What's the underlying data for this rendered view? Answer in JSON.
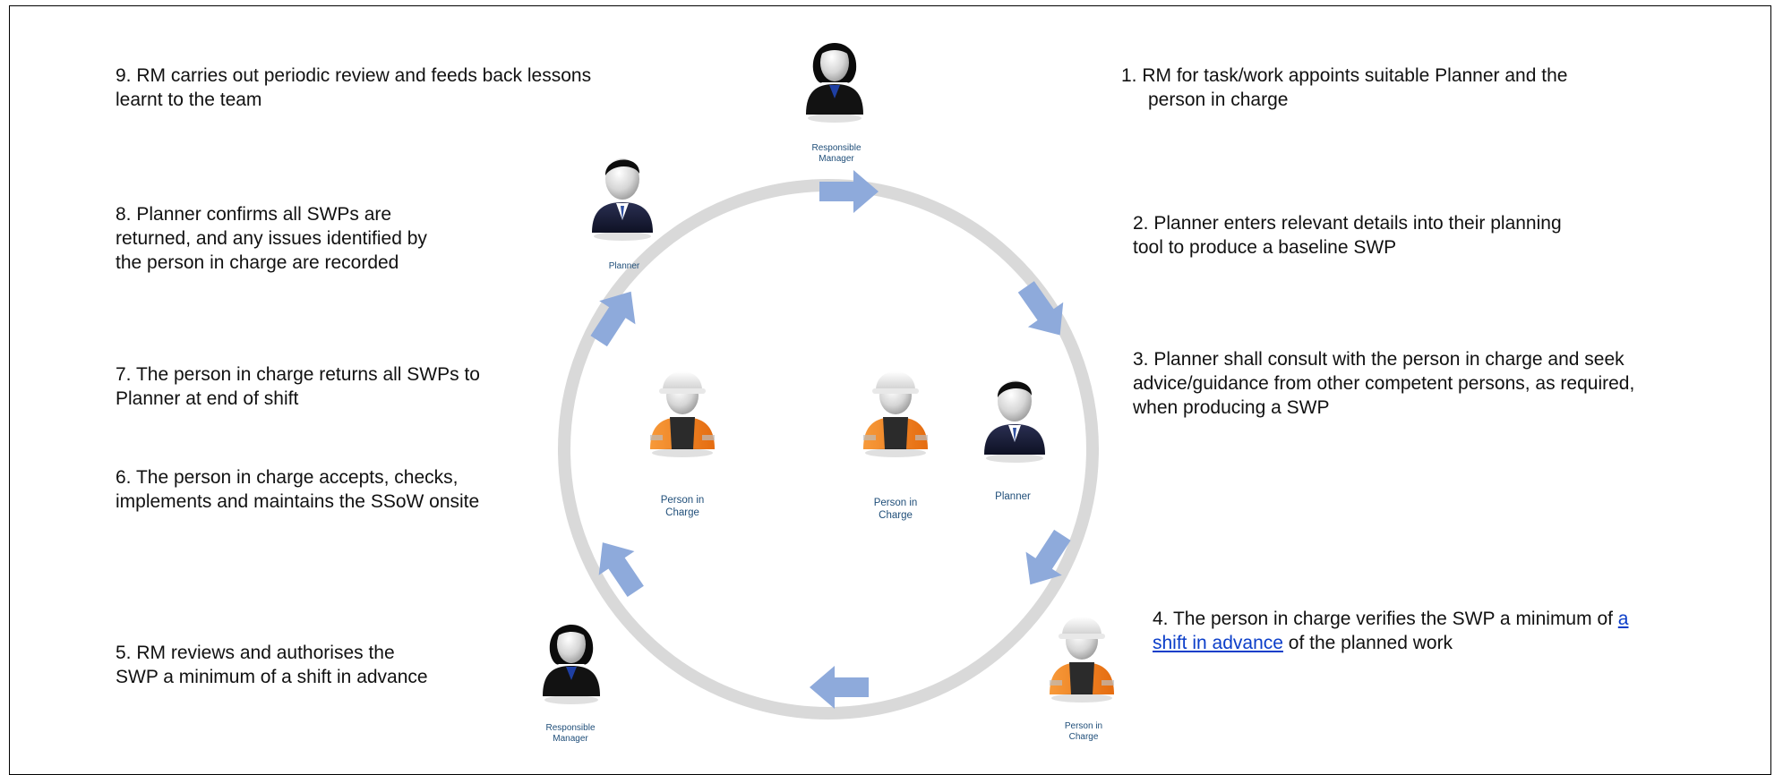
{
  "steps": [
    {
      "line1": "9. RM carries out periodic review and feeds back lessons",
      "line2": "learnt to the team"
    },
    {
      "line1": "1.  RM for task/work appoints suitable Planner and the",
      "line2": "person in charge"
    },
    {
      "line1": "8. Planner confirms all SWPs are",
      "line2": "returned, and any issues identified by",
      "line3": "the person in charge are recorded"
    },
    {
      "line1": "2. Planner enters relevant details into their planning",
      "line2": "tool to produce a baseline  SWP"
    },
    {
      "line1": "3.  Planner shall consult with the person in charge and seek",
      "line2": "advice/guidance  from other competent persons,  as required,",
      "line3": "when producing a SWP"
    },
    {
      "line1": "7. The person in charge returns all SWPs to",
      "line2": "Planner at end of shift"
    },
    {
      "line1": "6. The person in charge accepts, checks,",
      "line2": "implements and maintains the SSoW onsite"
    },
    {
      "line1_pre": "4.  The person in charge verifies the SWP a minimum of ",
      "line1_link": "a",
      "line2_link": "shift in advance",
      "line2_post": " of the planned work"
    },
    {
      "line1": "5. RM reviews and authorises  the",
      "line2": "SWP a minimum of a shift in advance"
    }
  ],
  "figures": {
    "rm_top": {
      "label1": "Responsible",
      "label2": "Manager"
    },
    "planner_left": {
      "label1": "Planner"
    },
    "pic_center_left": {
      "label1": "Person in",
      "label2": "Charge"
    },
    "pic_center_right": {
      "label1": "Person in",
      "label2": "Charge"
    },
    "planner_center": {
      "label1": "Planner"
    },
    "pic_bottom_right": {
      "label1": "Person in",
      "label2": "Charge"
    },
    "rm_bottom": {
      "label1": "Responsible",
      "label2": "Manager"
    }
  },
  "colors": {
    "ring": "#d9d9d9",
    "arrow": "#8eaadb",
    "label": "#1f4e79",
    "vest": "#f07c1b",
    "suit": "#1b1f3a",
    "link": "#0b3ec9"
  }
}
